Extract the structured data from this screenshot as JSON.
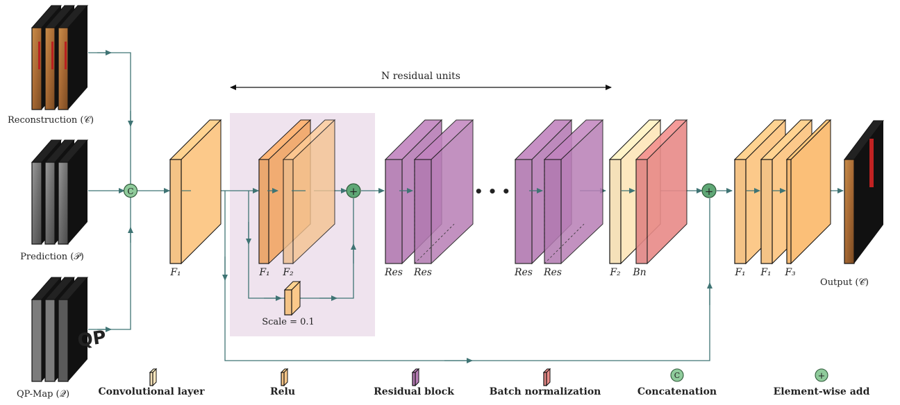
{
  "inputs": {
    "reconstruction_label": "Reconstruction (𝒞)",
    "prediction_label": "Prediction (𝒫)",
    "qpmap_label": "QP-Map (𝒬)",
    "qp_text": "QP"
  },
  "top_annotation": "N residual units",
  "concat_symbol": "C",
  "add_symbol": "+",
  "ellipsis": "• • •",
  "scale_label": "Scale = 0.1",
  "layer_labels": {
    "first": "F₁",
    "res_f1": "F₁",
    "res_f2": "F₂",
    "block1a": "Res",
    "block1b": "Res",
    "block2a": "Res",
    "block2b": "Res",
    "tail_f2": "F₂",
    "tail_bn": "Bn",
    "out_f1a": "F₁",
    "out_f1b": "F₁",
    "out_f3": "F₃"
  },
  "output_label": "Output (𝒞̂)",
  "legend": {
    "conv": "Convolutional layer",
    "relu": "Relu",
    "residual": "Residual block",
    "batchnorm": "Batch normalization",
    "concat": "Concatenation",
    "add": "Element-wise add"
  },
  "colors": {
    "conv": "#fcc98a",
    "conv_light": "#fde8bf",
    "relu": "#f2aa6c",
    "residual": "#b87eb6",
    "residual_dark": "#8f4a93",
    "batchnorm": "#e88a88",
    "arrow": "#3f7474",
    "node_green": "#8fcb9b",
    "highlight_bg": "#efe3ee"
  }
}
